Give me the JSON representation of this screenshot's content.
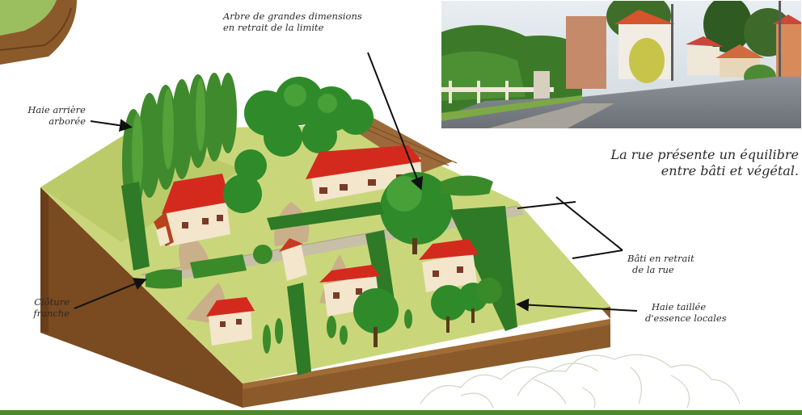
{
  "photo_caption": {
    "line1": "La rue présente un équilibre",
    "line2": "entre bâti et végétal."
  },
  "labels": {
    "tree_large": {
      "line1": "Arbre de grandes dimensions",
      "line2": "en retrait de la limite"
    },
    "rear_hedge": {
      "line1": "Haie arrière",
      "line2": "arborée"
    },
    "fence": {
      "line1": "Clôture",
      "line2": "franche"
    },
    "building_setback": {
      "line1": "Bâti en retrait",
      "line2": "de la rue"
    },
    "trimmed_hedge": {
      "line1": "Haie taillée",
      "line2": "d'essence locales"
    }
  },
  "colors": {
    "grass": "#c9d77a",
    "soil": "#8b5a2b",
    "roof": "#d42a1e",
    "wall": "#f3e6cc",
    "tree": "#2f8a2a",
    "band": "#4c8a2c"
  }
}
